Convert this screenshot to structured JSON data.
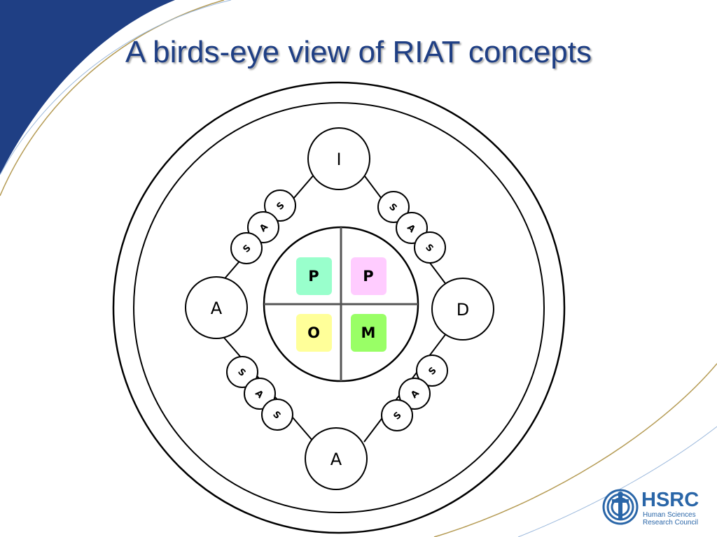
{
  "title": "A birds-eye view of RIAT concepts",
  "colors": {
    "title": "#1f3f84",
    "corner_band": "#1f3f84",
    "gold_line": "#b59b54",
    "light_line": "#9bb8dc",
    "quad_tl": "#99ffcc",
    "quad_tr": "#ffccff",
    "quad_bl": "#ffff99",
    "quad_br": "#99ff66"
  },
  "diagram": {
    "top_node": "I",
    "left_node": "A",
    "right_node": "D",
    "bottom_node": "A",
    "chain": [
      "S",
      "A",
      "S"
    ],
    "quadrants": {
      "top_left": "P",
      "top_right": "P",
      "bottom_left": "O",
      "bottom_right": "M"
    }
  },
  "logo": {
    "abbr": "HSRC",
    "name_line1": "Human Sciences",
    "name_line2": "Research Council"
  }
}
